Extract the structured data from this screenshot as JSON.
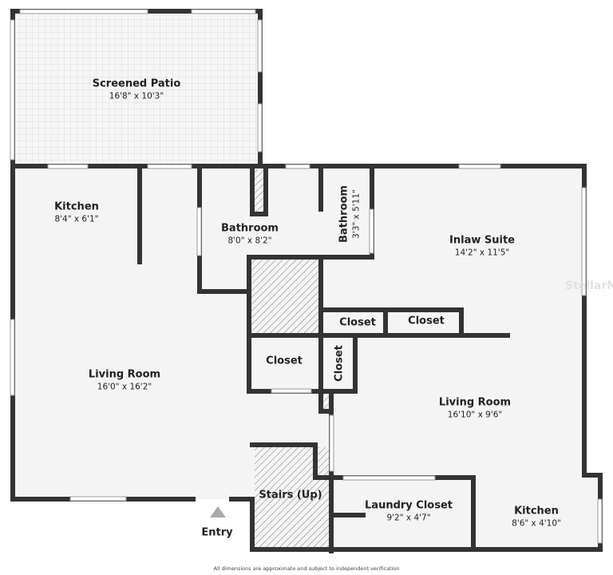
{
  "rooms": [
    {
      "name": "Screened Patio",
      "dim": "16'8\" x 10'3\""
    },
    {
      "name": "Kitchen",
      "dim": "8'4\" x 6'1\""
    },
    {
      "name": "Bathroom",
      "dim": "8'0\" x 8'2\""
    },
    {
      "name": "Bathroom",
      "dim": "3'3\" x 5'11\""
    },
    {
      "name": "Inlaw Suite",
      "dim": "14'2\" x 11'5\""
    },
    {
      "name": "Closet",
      "dim": ""
    },
    {
      "name": "Closet",
      "dim": ""
    },
    {
      "name": "Closet",
      "dim": ""
    },
    {
      "name": "Closet",
      "dim": ""
    },
    {
      "name": "Living Room",
      "dim": "16'0\" x 16'2\""
    },
    {
      "name": "Living Room",
      "dim": "16'10\" x 9'6\""
    },
    {
      "name": "Stairs (Up)",
      "dim": ""
    },
    {
      "name": "Laundry Closet",
      "dim": "9'2\" x 4'7\""
    },
    {
      "name": "Kitchen",
      "dim": "8'6\" x 4'10\""
    }
  ],
  "entry_label": "Entry",
  "watermark": "StellarMLS",
  "disclaimer": "All dimensions are approximate and subject to independent verification",
  "colors": {
    "wall": "#333333",
    "floor": "#f4f4f4",
    "hatch": "#888888"
  }
}
